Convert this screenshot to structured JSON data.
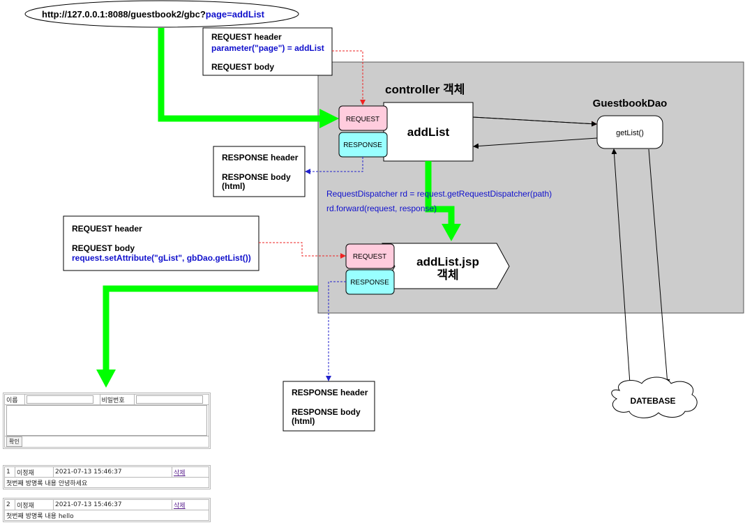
{
  "url": {
    "base": "http://127.0.0.1:8088/guestbook2/gbc?",
    "param": "page=addList"
  },
  "req1": {
    "header": "REQUEST header",
    "param": "parameter(\"page\") = addList",
    "body": "REQUEST body"
  },
  "controller": {
    "title": "controller 객체",
    "name": "addList",
    "request": "REQUEST",
    "response": "RESPONSE"
  },
  "dao": {
    "title": "GuestbookDao",
    "method": "getList()"
  },
  "resp1": {
    "header": "RESPONSE header",
    "body": "RESPONSE body",
    "body2": "(html)"
  },
  "dispatch": {
    "line1": "RequestDispatcher rd = request.getRequestDispatcher(path)",
    "line2": "rd.forward(request, response)"
  },
  "req2": {
    "header": "REQUEST header",
    "body": "REQUEST body",
    "attr": "request.setAttribute(\"gList\", gbDao.getList())"
  },
  "jsp": {
    "line1": "addList.jsp",
    "line2": "객체",
    "request": "REQUEST",
    "response": "RESPONSE"
  },
  "resp2": {
    "header": "RESPONSE header",
    "body": "RESPONSE body",
    "body2": "(html)"
  },
  "database": "DATEBASE",
  "form": {
    "name_label": "이름",
    "pw_label": "비밀번호",
    "submit": "확인"
  },
  "entries": [
    {
      "no": "1",
      "name": "이정재",
      "date": "2021-07-13 15:46:37",
      "delete": "삭제",
      "content": "첫번째 방명록 내용 안녕하세요"
    },
    {
      "no": "2",
      "name": "이정재",
      "date": "2021-07-13 15:46:37",
      "delete": "삭제",
      "content": "첫번째 방명록 내용 hello"
    }
  ],
  "colors": {
    "flow": "#00ff00",
    "panel": "#cccccc",
    "request": "#ffccdd",
    "response": "#99ffff",
    "text_blue": "#1010cc",
    "red_dash": "#ee2222",
    "blue_dash": "#2222cc"
  }
}
